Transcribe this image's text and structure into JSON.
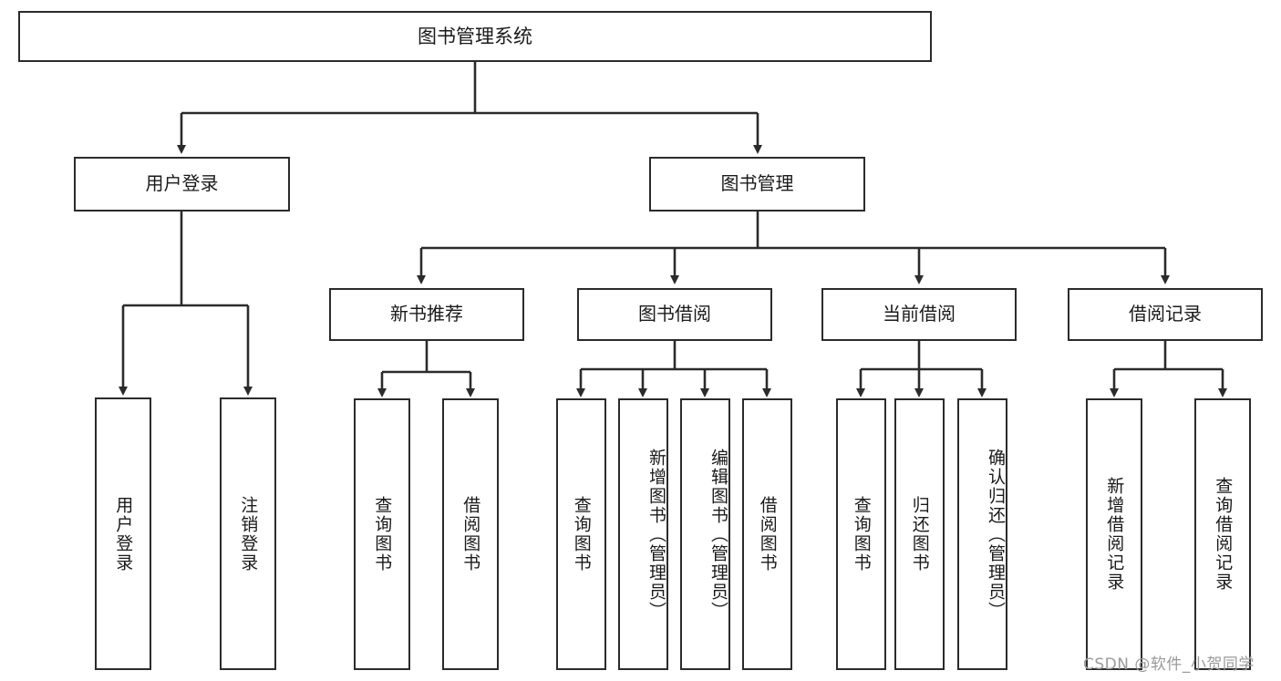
{
  "diagram": {
    "title": "图书管理系统",
    "type": "tree",
    "nodes": {
      "root": {
        "label": "图书管理系统"
      },
      "user_login": {
        "label": "用户登录"
      },
      "book_admin": {
        "label": "图书管理"
      },
      "new_book_rec": {
        "label": "新书推荐"
      },
      "book_borrow": {
        "label": "图书借阅"
      },
      "current_borrow": {
        "label": "当前借阅"
      },
      "borrow_record": {
        "label": "借阅记录"
      },
      "leaf_user_login": {
        "label": "用户登录"
      },
      "leaf_logout": {
        "label": "注销登录"
      },
      "leaf_query_book_1": {
        "label": "查询图书"
      },
      "leaf_borrow_book_1": {
        "label": "借阅图书"
      },
      "leaf_query_book_2": {
        "label": "查询图书"
      },
      "leaf_add_book": {
        "label": "新增图书（管理员）"
      },
      "leaf_edit_book": {
        "label": "编辑图书（管理员）"
      },
      "leaf_borrow_book_2": {
        "label": "借阅图书"
      },
      "leaf_query_book_3": {
        "label": "查询图书"
      },
      "leaf_return_book": {
        "label": "归还图书"
      },
      "leaf_confirm_return": {
        "label": "确认归还（管理员）"
      },
      "leaf_add_record": {
        "label": "新增借阅记录"
      },
      "leaf_query_record": {
        "label": "查询借阅记录"
      }
    },
    "edges": [
      [
        "root",
        "user_login"
      ],
      [
        "root",
        "book_admin"
      ],
      [
        "user_login",
        "leaf_user_login"
      ],
      [
        "user_login",
        "leaf_logout"
      ],
      [
        "book_admin",
        "new_book_rec"
      ],
      [
        "book_admin",
        "book_borrow"
      ],
      [
        "book_admin",
        "current_borrow"
      ],
      [
        "book_admin",
        "borrow_record"
      ],
      [
        "new_book_rec",
        "leaf_query_book_1"
      ],
      [
        "new_book_rec",
        "leaf_borrow_book_1"
      ],
      [
        "book_borrow",
        "leaf_query_book_2"
      ],
      [
        "book_borrow",
        "leaf_add_book"
      ],
      [
        "book_borrow",
        "leaf_edit_book"
      ],
      [
        "book_borrow",
        "leaf_borrow_book_2"
      ],
      [
        "current_borrow",
        "leaf_query_book_3"
      ],
      [
        "current_borrow",
        "leaf_return_book"
      ],
      [
        "current_borrow",
        "leaf_confirm_return"
      ],
      [
        "borrow_record",
        "leaf_add_record"
      ],
      [
        "borrow_record",
        "leaf_query_record"
      ]
    ],
    "style": {
      "line_color": "#2b2b2b",
      "box_fill": "#ffffff",
      "text_color": "#1a1a1a",
      "background": "#ffffff"
    }
  },
  "watermark": {
    "text": "CSDN @软件_小贺同学",
    "color": "#9a9a9a"
  }
}
